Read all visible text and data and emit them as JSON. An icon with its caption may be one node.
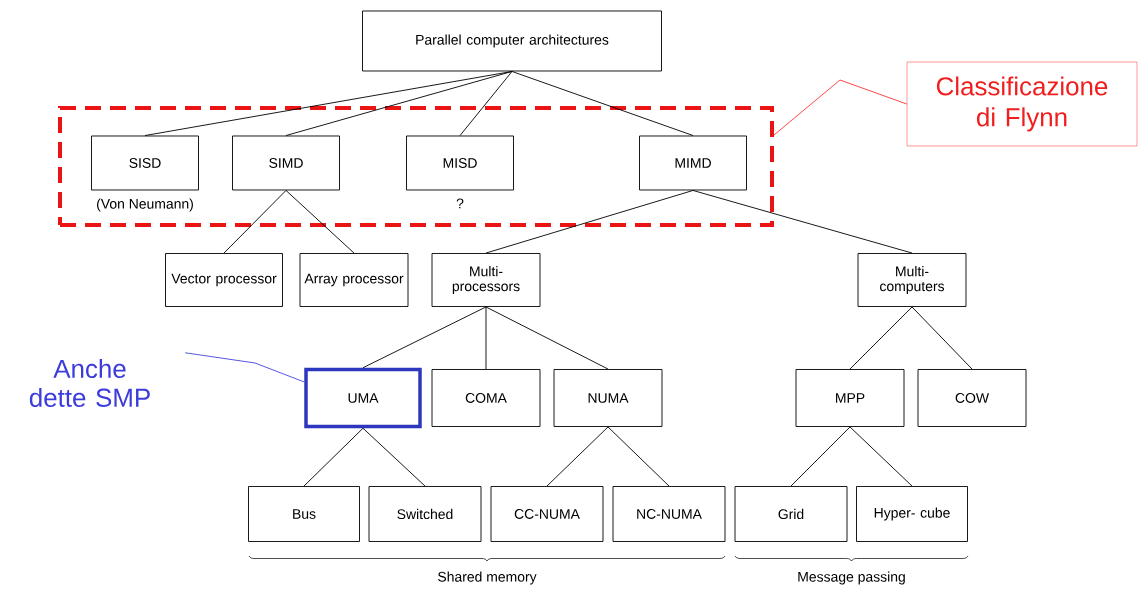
{
  "diagram": {
    "nodes": [
      {
        "text": [
          "Parallel computer architectures"
        ]
      },
      {
        "text": [],
        "shape": "box"
      },
      {
        "text": [
          "SISD"
        ],
        "in": 1,
        "beside": [
          "(Von Neumann)"
        ]
      },
      {
        "text": [
          "SIMD"
        ],
        "in": 1
      },
      {
        "text": [
          "MISD"
        ],
        "in": 1,
        "beside": [
          "?"
        ]
      },
      {
        "text": [
          "MIMD"
        ],
        "in": 1
      },
      {
        "text": [
          "Classificazione di Flynn"
        ]
      },
      {
        "text": [
          "Vector processor"
        ]
      },
      {
        "text": [
          "Array processor"
        ]
      },
      {
        "text": [
          "Multi- processors"
        ]
      },
      {
        "text": [
          "Multi- computers"
        ]
      },
      {
        "text": [
          "Anche dette SMP"
        ]
      },
      {
        "text": [
          "UMA"
        ]
      },
      {
        "text": [
          "COMA"
        ]
      },
      {
        "text": [
          "NUMA"
        ]
      },
      {
        "text": [
          "MPP"
        ]
      },
      {
        "text": [
          "COW"
        ]
      },
      {
        "text": [
          "Bus"
        ]
      },
      {
        "text": [
          "Switched"
        ]
      },
      {
        "text": [
          "CC-NUMA"
        ]
      },
      {
        "text": [
          "NC-NUMA"
        ]
      },
      {
        "text": [
          "Grid"
        ]
      },
      {
        "text": [
          "Hyper- cube"
        ]
      }
    ],
    "edges": [
      {
        "from": 0,
        "to": 2,
        "arrow": "none"
      },
      {
        "from": 0,
        "to": 3,
        "arrow": "none"
      },
      {
        "from": 0,
        "to": 4,
        "arrow": "none"
      },
      {
        "from": 0,
        "to": 5,
        "arrow": "none"
      },
      {
        "from": 3,
        "to": 7,
        "arrow": "none"
      },
      {
        "from": 3,
        "to": 8,
        "arrow": "none"
      },
      {
        "from": 5,
        "to": 9,
        "arrow": "none"
      },
      {
        "from": 5,
        "to": 10,
        "arrow": "none"
      },
      {
        "from": 9,
        "to": 12,
        "arrow": "none"
      },
      {
        "from": 9,
        "to": 13,
        "arrow": "none"
      },
      {
        "from": 9,
        "to": 14,
        "arrow": "none"
      },
      {
        "from": 10,
        "to": 15,
        "arrow": "none"
      },
      {
        "from": 10,
        "to": 16,
        "arrow": "none"
      },
      {
        "from": 12,
        "to": 17,
        "arrow": "none"
      },
      {
        "from": 12,
        "to": 18,
        "arrow": "none"
      },
      {
        "from": 14,
        "to": 19,
        "arrow": "none"
      },
      {
        "from": 14,
        "to": 20,
        "arrow": "none"
      },
      {
        "from": 15,
        "to": 21,
        "arrow": "none"
      },
      {
        "from": 15,
        "to": 22,
        "arrow": "none"
      },
      {
        "from": 6,
        "to": 1,
        "arrow": "none",
        "color": "#ff3333"
      },
      {
        "from": 11,
        "to": 12,
        "arrow": "none",
        "color": "#4444dd"
      }
    ],
    "labels": [
      "Shared memory",
      "Message passing"
    ]
  }
}
